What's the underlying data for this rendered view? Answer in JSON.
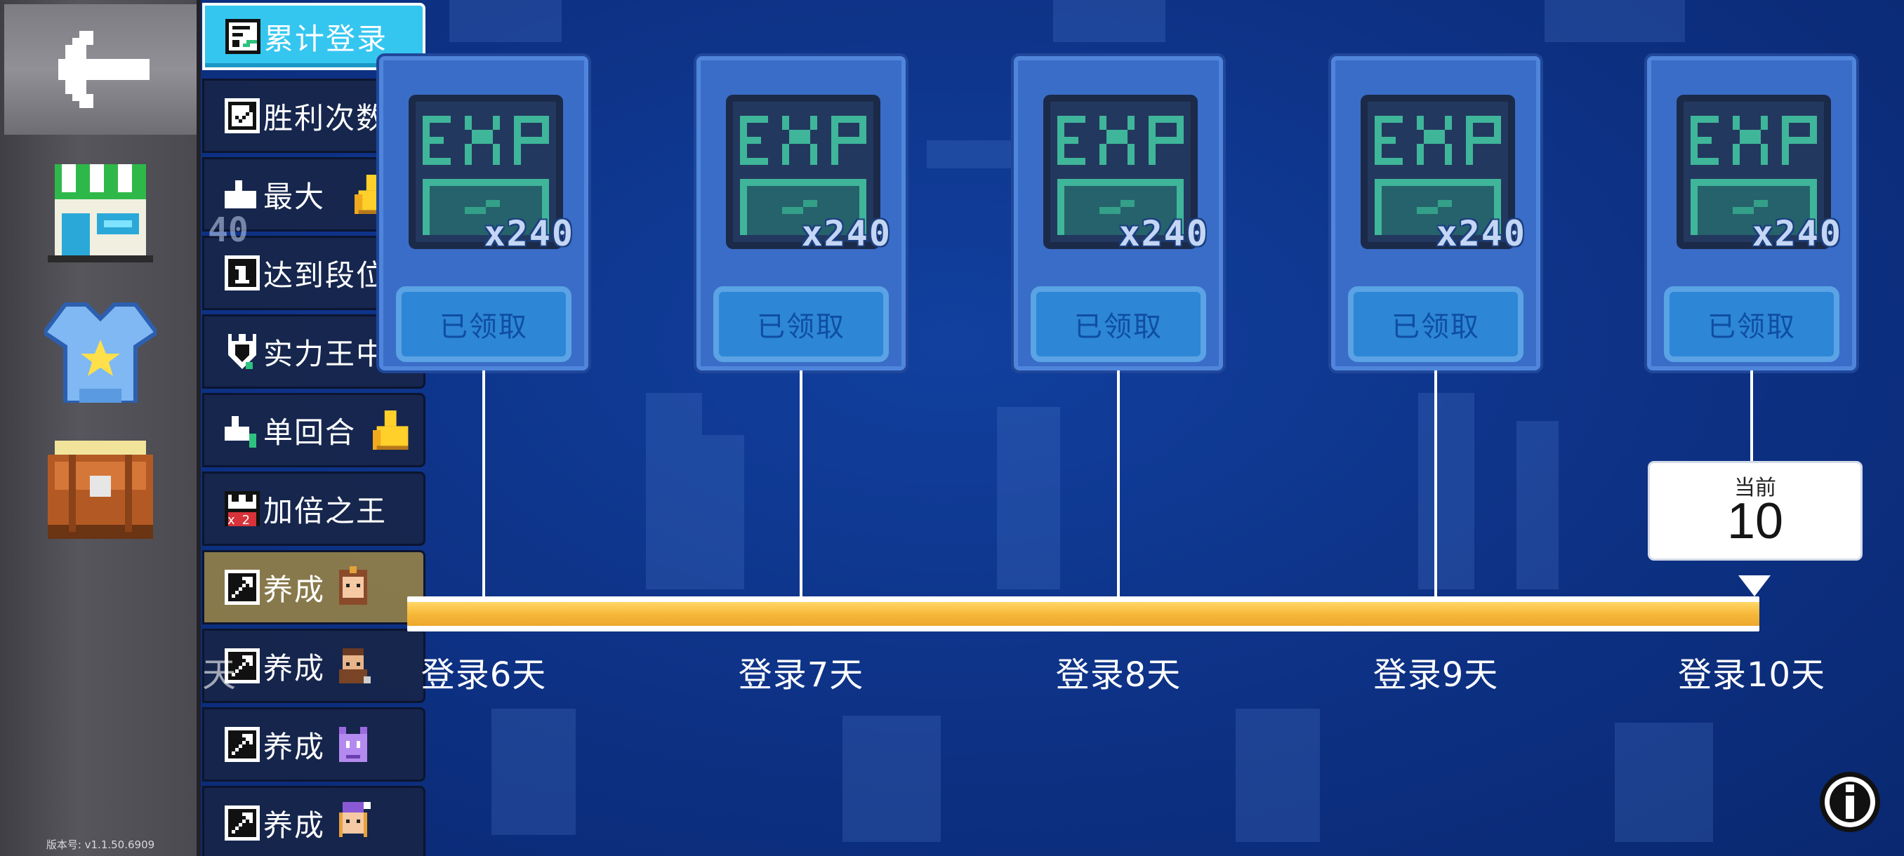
{
  "sidebar": {
    "back_icon": "back-arrow-icon",
    "items": [
      {
        "icon": "shop-icon"
      },
      {
        "icon": "shirt-icon"
      },
      {
        "icon": "backpack-icon"
      }
    ],
    "version": "版本号:  v1.1.50.6909"
  },
  "tabs": [
    {
      "label": "累计登录",
      "icon": "login-checklist-icon",
      "active": true
    },
    {
      "label": "胜利次数",
      "icon": "checkmark-icon"
    },
    {
      "label": "最大",
      "icon": "thumbs-up-icon",
      "deco": "yellow-thumbs-up-icon"
    },
    {
      "label": "达到段位",
      "icon": "rank-badge-icon"
    },
    {
      "label": "实力王中王",
      "icon": "shield-crown-icon"
    },
    {
      "label": "单回合",
      "icon": "thumbs-up-one-icon",
      "deco": "yellow-thumbs-up-icon"
    },
    {
      "label": "加倍之王",
      "icon": "double-crown-icon"
    },
    {
      "label": "养成",
      "icon": "growth-arrow-icon",
      "deco": "character-girl-portrait"
    },
    {
      "label": "养成",
      "icon": "growth-arrow-icon",
      "deco": "character-bearded-man-portrait"
    },
    {
      "label": "养成",
      "icon": "growth-arrow-icon",
      "deco": "character-purple-creature-portrait"
    },
    {
      "label": "养成",
      "icon": "growth-arrow-icon",
      "deco": "character-wizard-girl-portrait"
    }
  ],
  "rewards": [
    {
      "day_label": "登录6天",
      "reward_icon": "exp-book-icon",
      "count": "x240",
      "button_label": "已领取",
      "partial_count": "40",
      "partial_day": "天"
    },
    {
      "day_label": "登录7天",
      "reward_icon": "exp-book-icon",
      "count": "x240",
      "button_label": "已领取"
    },
    {
      "day_label": "登录8天",
      "reward_icon": "exp-book-icon",
      "count": "x240",
      "button_label": "已领取"
    },
    {
      "day_label": "登录9天",
      "reward_icon": "exp-book-icon",
      "count": "x240",
      "button_label": "已领取"
    },
    {
      "day_label": "登录10天",
      "reward_icon": "exp-book-icon",
      "count": "x240",
      "button_label": "已领取"
    }
  ],
  "current": {
    "label": "当前",
    "value": "10"
  },
  "progress": {
    "fraction": 1.0
  },
  "info_icon": "info-icon",
  "colors": {
    "background": "#0c2f86",
    "active_tab": "#35c6f0",
    "card": "#3a6dc8",
    "progress": "#f7b93a",
    "exp_teal": "#3fb59a"
  }
}
